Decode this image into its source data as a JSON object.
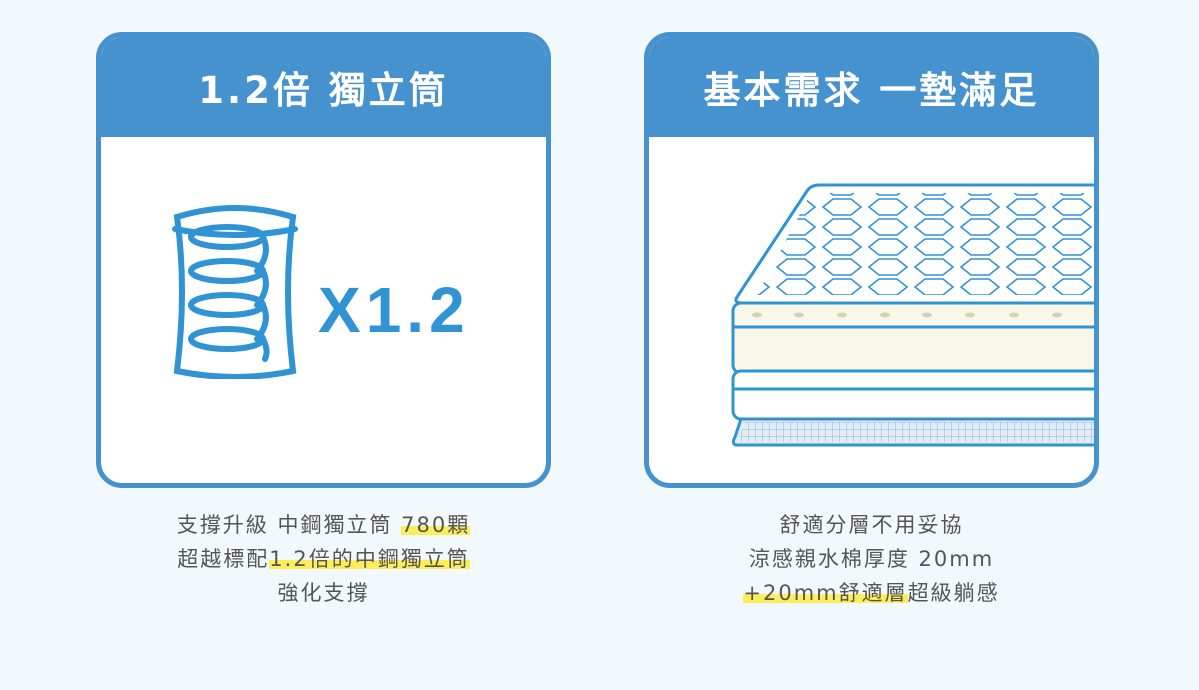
{
  "colors": {
    "accent": "#4592cf",
    "icon_blue": "#2f93d4",
    "highlight": "#fbee5a",
    "background": "#f2f9fc",
    "text": "#555555"
  },
  "cards": [
    {
      "title": "1.2倍 獨立筒",
      "icon": "spring-coil-icon",
      "multiplier": "X1.2",
      "description": {
        "line1_plain": "支撐升級 中鋼獨立筒 ",
        "line1_highlight": "780顆",
        "line2_plain": "超越標配",
        "line2_highlight": "1.2倍的中鋼獨立筒",
        "line3": "強化支撐"
      }
    },
    {
      "title": "基本需求 一墊滿足",
      "icon": "layered-mattress-icon",
      "description": {
        "line1": "舒適分層不用妥協",
        "line2": "涼感親水棉厚度 20mm",
        "line3_highlight": "+20mm舒適層",
        "line3_plain": "超級躺感"
      }
    }
  ]
}
